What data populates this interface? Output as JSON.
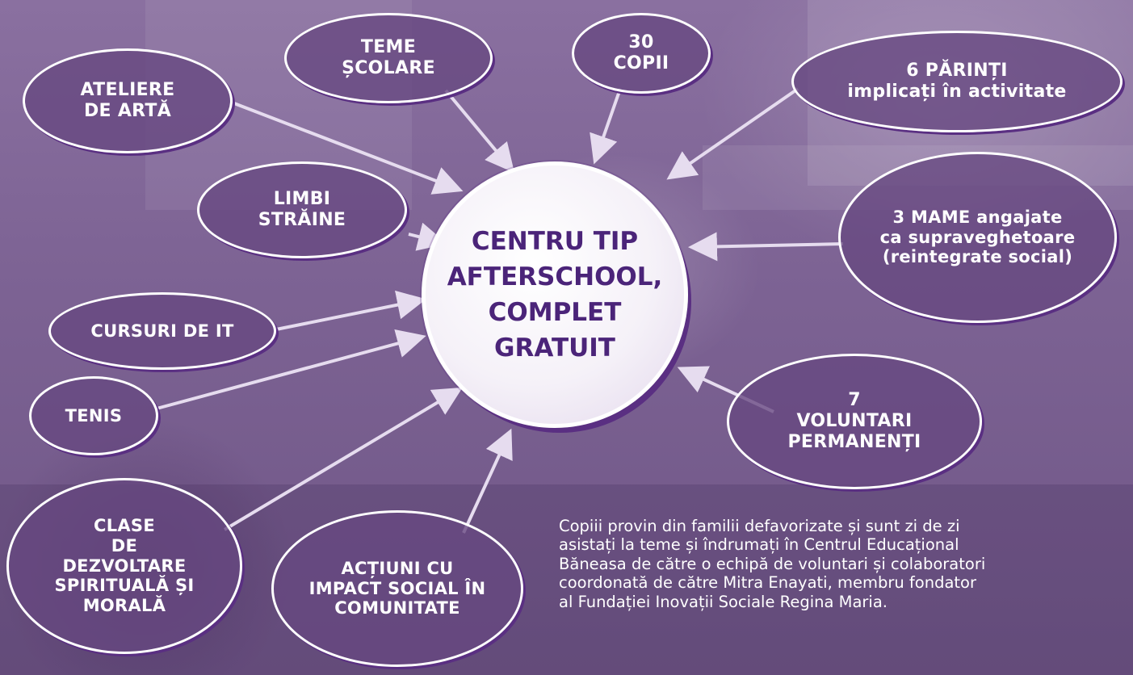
{
  "center": {
    "label": "CENTRU TIP\nAFTERSCHOOL,\nCOMPLET\nGRATUIT"
  },
  "nodes": [
    {
      "id": "ateliere",
      "label": "ATELIERE\nDE ARTĂ"
    },
    {
      "id": "teme",
      "label": "TEME\nȘCOLARE"
    },
    {
      "id": "copii",
      "label": "30\nCOPII"
    },
    {
      "id": "parinti",
      "label": "6 PĂRINȚI\nimplicați în activitate"
    },
    {
      "id": "limbi",
      "label": "LIMBI\nSTRĂINE"
    },
    {
      "id": "mame",
      "label": "3 MAME angajate\nca supraveghetoare\n(reintegrate social)"
    },
    {
      "id": "it",
      "label": "CURSURI DE IT"
    },
    {
      "id": "tenis",
      "label": "TENIS"
    },
    {
      "id": "voluntari",
      "label": "7\nVOLUNTARI\nPERMANENȚI"
    },
    {
      "id": "clase",
      "label": "CLASE\nDE\nDEZVOLTARE\nSPIRITUALĂ ȘI\nMORALĂ"
    },
    {
      "id": "actiuni",
      "label": "ACȚIUNI CU\nIMPACT SOCIAL ÎN\nCOMUNITATE"
    }
  ],
  "description": "Copiii provin din familii defavorizate și sunt zi de zi\nasistați la teme și îndrumați în Centrul Educațional\nBăneasa de către o echipă de voluntari și colaboratori\ncoordonată de către Mitra Enayati, membru fondator\nal Fundației Inovații Sociale Regina Maria.",
  "colors": {
    "background": "#7d6394",
    "accent_purple": "#4b2479",
    "outline": "#ffffff",
    "arrow": "#e6dcef"
  }
}
